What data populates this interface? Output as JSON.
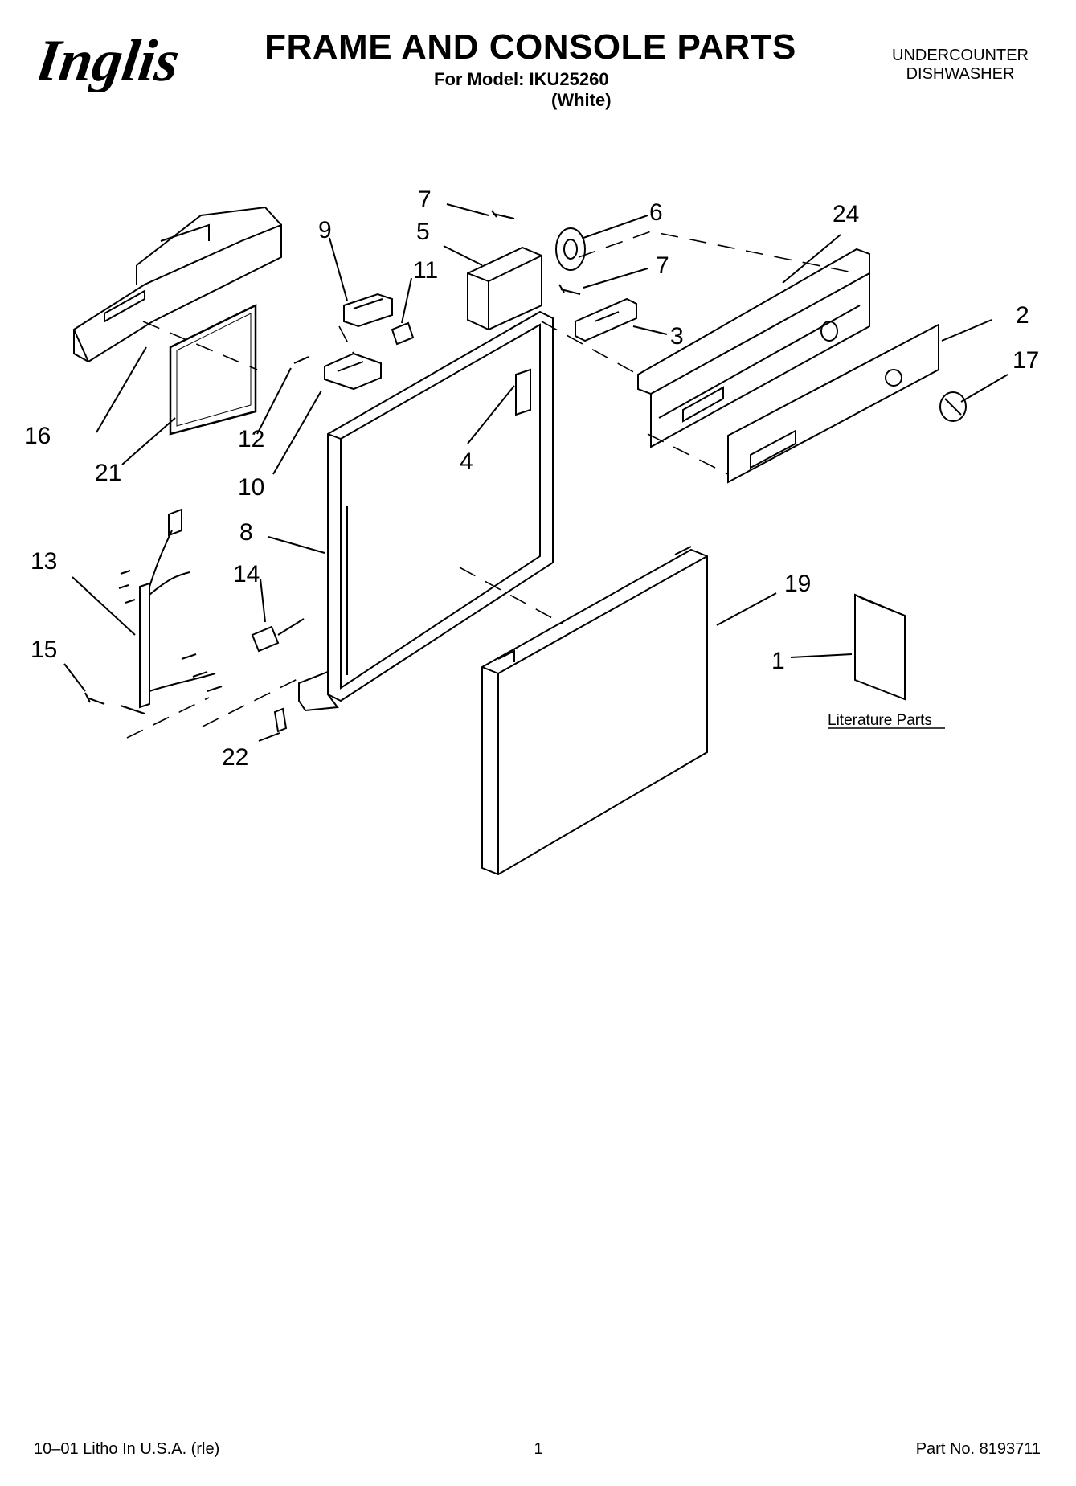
{
  "header": {
    "brand": "Inglis",
    "title": "FRAME AND CONSOLE PARTS",
    "model_line": "For Model: IKU25260",
    "variant": "(White)",
    "category_line1": "UNDERCOUNTER",
    "category_line2": "DISHWASHER"
  },
  "diagram": {
    "callouts": {
      "c1": "1",
      "c2": "2",
      "c3": "3",
      "c4": "4",
      "c5": "5",
      "c6": "6",
      "c7a": "7",
      "c7b": "7",
      "c8": "8",
      "c9": "9",
      "c10": "10",
      "c11": "11",
      "c12": "12",
      "c13": "13",
      "c14": "14",
      "c15": "15",
      "c16": "16",
      "c17": "17",
      "c19": "19",
      "c21": "21",
      "c22": "22",
      "c24": "24"
    },
    "literature_label": "Literature Parts"
  },
  "footer": {
    "left": "10–01 Litho In U.S.A. (rle)",
    "page": "1",
    "part_number": "Part No. 8193711"
  }
}
